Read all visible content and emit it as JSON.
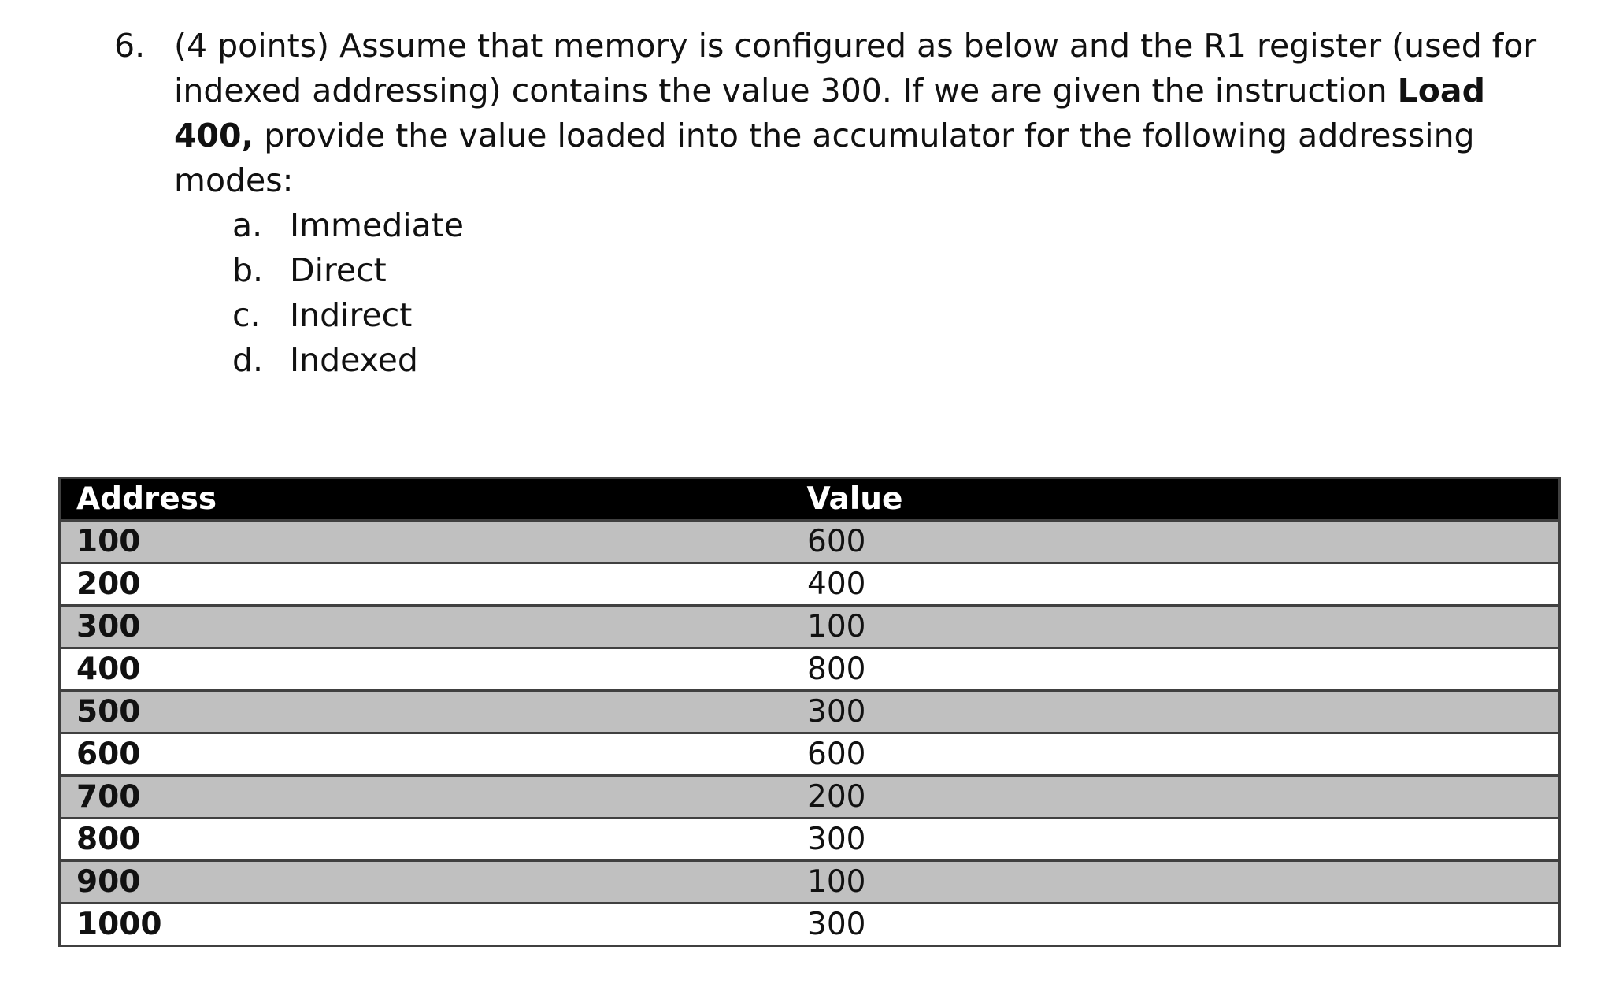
{
  "question": {
    "number": "6.",
    "text_part1": "(4 points) Assume that memory is configured as below and the R1 register (used for indexed addressing) contains the value 300. If we are given the instruction ",
    "bold_part": "Load 400,",
    "text_part2": " provide the value loaded into the accumulator for the following addressing modes:",
    "options": [
      {
        "letter": "a.",
        "label": "Immediate"
      },
      {
        "letter": "b.",
        "label": "Direct"
      },
      {
        "letter": "c.",
        "label": "Indirect"
      },
      {
        "letter": "d.",
        "label": "Indexed"
      }
    ]
  },
  "table": {
    "headers": {
      "address": "Address",
      "value": "Value"
    },
    "rows": [
      {
        "address": "100",
        "value": "600"
      },
      {
        "address": "200",
        "value": "400"
      },
      {
        "address": "300",
        "value": "100"
      },
      {
        "address": "400",
        "value": "800"
      },
      {
        "address": "500",
        "value": "300"
      },
      {
        "address": "600",
        "value": "600"
      },
      {
        "address": "700",
        "value": "200"
      },
      {
        "address": "800",
        "value": "300"
      },
      {
        "address": "900",
        "value": "100"
      },
      {
        "address": "1000",
        "value": "300"
      }
    ]
  }
}
